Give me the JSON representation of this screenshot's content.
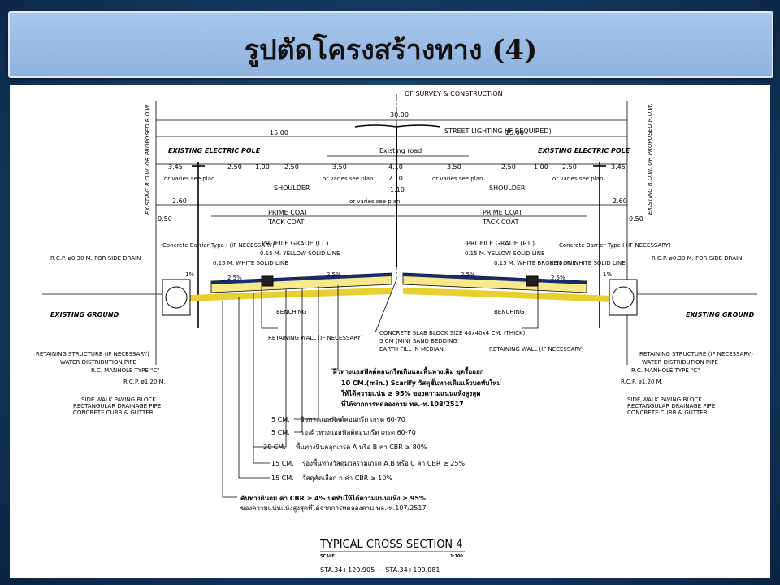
{
  "title": "รูปตัดโครงสร้างทาง (4)",
  "cl_label": "OF SURVEY & CONSTRUCTION",
  "dims": {
    "total": "30.00",
    "half_left": "15.00",
    "half_right": "15.00",
    "existing_road": "Existing road",
    "d345": "3.45",
    "d250": "2.50",
    "d100": "1.00",
    "d350": "3.50",
    "d410": "4.10",
    "d210": "2.10",
    "d110": "1.10",
    "d260": "2.60",
    "d050": "0.50"
  },
  "labels": {
    "street_lighting": "STREET LIGHTING (IF REQUIRED)",
    "existing_pole": "EXISTING ELECTRIC POLE",
    "row": "EXISTING R.O.W. OR PROPOSED R.O.W.",
    "varies": "or varies see plan",
    "shoulder": "SHOULDER",
    "prime_coat": "PRIME COAT",
    "tack_coat": "TACK COAT",
    "barrier": "Concrete Barrier Type I (IF NECESSARY)",
    "profile_lt": "PROFILE GRADE (LT.)",
    "profile_rt": "PROFILE GRADE (RT.)",
    "yellow_line": "0.15 M. YELLOW SOLID LINE",
    "white_solid": "0.15 M. WHITE SOLID LINE",
    "white_broken": "0.15 M. WHITE BROKEN LINE",
    "rcp_side": "R.C.P. ø0.30 M. FOR SIDE DRAIN",
    "slope_1": "1%",
    "slope_25": "2.5%",
    "existing_ground": "EXISTING GROUND",
    "benching": "BENCHING",
    "retaining_wall": "RETAINING WALL (IF NECESSARY)",
    "concrete_slab": "CONCRETE SLAB BLOCK SIZE 40x40x4 CM. (THICK)",
    "sand_bed": "5 CM (MIN) SAND BEDDING",
    "earth_fill": "EARTH FILL IN MEDIAN",
    "ret_structure": "RETAINING STRUCTURE (IF NECESSARY)",
    "water_pipe": "WATER DISTRIBUTION PIPE",
    "manhole": "R.C. MANHOLE TYPE \"C\"",
    "rcp_120": "R.C.P. ø1.20 M.",
    "sidewalk": "SIDE WALK PAVING BLOCK",
    "drain_pipe": "RECTANGULAR DRAINAGE PIPE",
    "curb": "CONCRETE CURB & GUTTER"
  },
  "notes": {
    "scarify1": "ผิวทางแอสฟัลต์คอนกรีตเดิมและพื้นทางเดิม ขุดรื้อออก",
    "scarify2": "10 CM.(min.) Scarify วัสดุชั้นทางเดิมแล้วบดทับใหม่",
    "scarify3": "ให้ได้ความแน่น ≥ 95% ของความแน่นแห้งสูงสุด",
    "scarify4": "ที่ได้จากการทดลองตาม ทล.-ท.108/2517",
    "layers": [
      {
        "t": "5 CM.",
        "d": "ผิวทางแอสฟัลต์คอนกรีต เกรด 60-70"
      },
      {
        "t": "5 CM.",
        "d": "รองผิวทางแอสฟัลต์คอนกรีต เกรด 60-70"
      },
      {
        "t": "20 CM.",
        "d": "พื้นทางหินคลุกเกรด A หรือ B ค่า CBR ≥ 80%"
      },
      {
        "t": "15 CM.",
        "d": "รองพื้นทางวัสดุมวลรวมเกรด A,B หรือ C ค่า CBR ≥ 25%"
      },
      {
        "t": "15 CM.",
        "d": "วัสดุคัดเลือก ก ค่า CBR ≥ 10%"
      }
    ],
    "subgrade1": "คันทางดินถม ค่า CBR ≥ 4% บดทับให้ได้ความแน่นแห้ง ≥ 95%",
    "subgrade2": "ของความแน่นแห้งสูงสุดที่ได้จากการทดลองตาม ทล.-ท.107/2517"
  },
  "footer": {
    "caption": "TYPICAL CROSS SECTION 4",
    "scale_label": "SCALE",
    "scale": "1:100",
    "station": "STA.34+120.905 — STA.34+190.081"
  }
}
